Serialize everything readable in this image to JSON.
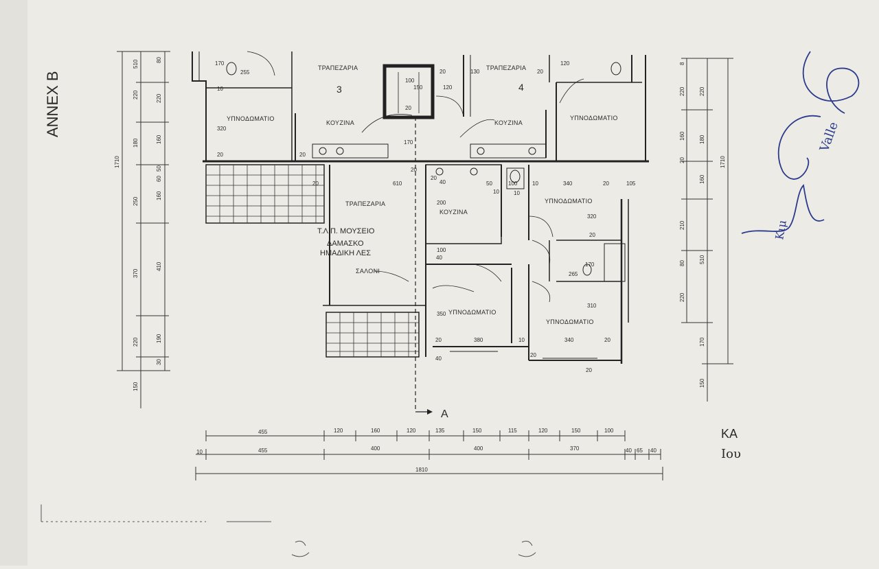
{
  "annex_label": "ANNEX B",
  "section_marker": "A",
  "corner_text": [
    "ΚΑ",
    "Ιου"
  ],
  "apartment_numbers": [
    "3",
    "4"
  ],
  "rooms": [
    {
      "id": "dining-3",
      "label": "ΤΡΑΠΕΖΑΡΙΑ"
    },
    {
      "id": "dining-4",
      "label": "ΤΡΑΠΕΖΑΡΙΑ"
    },
    {
      "id": "kitchen-3",
      "label": "ΚΟΥΖΙΝΑ"
    },
    {
      "id": "kitchen-4",
      "label": "ΚΟΥΖΙΝΑ"
    },
    {
      "id": "bedroom-left",
      "label": "ΥΠΝΟΔΩΜΑΤΙΟ"
    },
    {
      "id": "bedroom-right-top",
      "label": "ΥΠΝΟΔΩΜΑΤΙΟ"
    },
    {
      "id": "dining-main",
      "label": "ΤΡΑΠΕΖΑΡΙΑ"
    },
    {
      "id": "kitchen-main",
      "label": "ΚΟΥΖΙΝΑ"
    },
    {
      "id": "bedroom-east",
      "label": "ΥΠΝΟΔΩΜΑΤΙΟ"
    },
    {
      "id": "living",
      "label": "ΣΑΛΟΝΙ"
    },
    {
      "id": "bedroom-south",
      "label": "ΥΠΝΟΔΩΜΑΤΙΟ"
    },
    {
      "id": "bedroom-southeast",
      "label": "ΥΠΝΟΔΩΜΑΤΙΟ"
    }
  ],
  "stamp_text": [
    "Τ.Λ.Π. ΜΟΥΣΕΙΟ",
    "ΔΑΜΑΣΚΟ",
    "ΗΜΑΔΙΚΗ ΛΕΣ"
  ],
  "handwritten_marks": [
    "Valle",
    "Κιμ"
  ],
  "left_dims_outer": [
    "1710"
  ],
  "left_dims_inner": [
    "510",
    "220",
    "180",
    "250",
    "370",
    "220",
    "150"
  ],
  "left_dims_innermost": [
    "80",
    "220",
    "160",
    "50",
    "60",
    "160",
    "410",
    "190",
    "30"
  ],
  "right_dims_outer": [
    "1710"
  ],
  "right_dims_inner": [
    "8",
    "220",
    "180",
    "160",
    "510",
    "170",
    "150"
  ],
  "right_dims_innermost": [
    "220",
    "160",
    "20",
    "210",
    "80",
    "220"
  ],
  "plan_dims": [
    "255",
    "170",
    "10",
    "320",
    "20",
    "20",
    "20",
    "100",
    "150",
    "120",
    "20",
    "130",
    "20",
    "120",
    "20",
    "170",
    "20",
    "610",
    "20",
    "200",
    "40",
    "50",
    "10",
    "100",
    "40",
    "10",
    "100",
    "10",
    "340",
    "20",
    "105",
    "320",
    "20",
    "170",
    "265",
    "310",
    "350",
    "20",
    "380",
    "10",
    "340",
    "20",
    "20",
    "40",
    "20"
  ],
  "bottom_dims_row1": [
    "455",
    "120",
    "160",
    "120",
    "135",
    "150",
    "115",
    "120",
    "150",
    "100"
  ],
  "bottom_dims_row2": [
    "455",
    "400",
    "400",
    "370",
    "40",
    "65",
    "40"
  ],
  "bottom_dims_row2_start": "10",
  "bottom_total": "1810"
}
